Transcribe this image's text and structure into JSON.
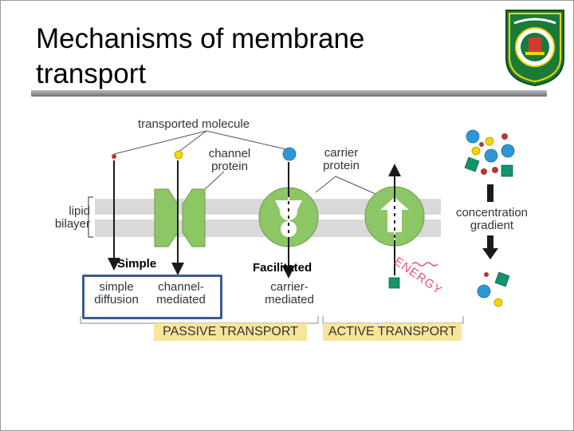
{
  "slide": {
    "title": "Mechanisms of membrane transport"
  },
  "diagram": {
    "transported_molecule": "transported molecule",
    "channel_protein": "channel protein",
    "carrier_protein": "carrier protein",
    "lipid_bilayer": "lipid bilayer",
    "concentration_gradient": "concentration gradient",
    "energy": "ENERGY",
    "simple_diffusion": "simple diffusion",
    "channel_mediated": "channel- mediated",
    "carrier_mediated": "carrier- mediated",
    "passive_transport": "PASSIVE TRANSPORT",
    "active_transport": "ACTIVE TRANSPORT"
  },
  "annotations": {
    "simple": "Simple",
    "facilitated": "Facilitated"
  },
  "colors": {
    "protein_green": "#8cc665",
    "bilayer_gray": "#d9d9d9",
    "molecule_blue": "#2f96d6",
    "molecule_yellow": "#f2d600",
    "molecule_red": "#b03a2e",
    "molecule_teal": "#13946c",
    "band_yellow": "#f6e59a",
    "energy_pink": "#e8546e",
    "box_blue": "#385d8a"
  }
}
